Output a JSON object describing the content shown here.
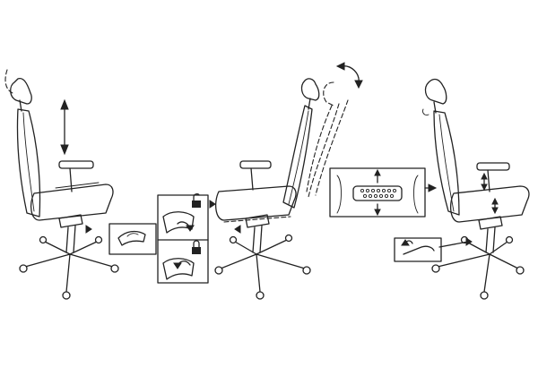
{
  "diagram": {
    "panels": [
      {
        "id": "height-adjust",
        "icon": "vertical-double-arrow-icon"
      },
      {
        "id": "tilt-lock",
        "icons": [
          "unlock-icon",
          "lock-icon"
        ]
      },
      {
        "id": "lumbar-adjust",
        "icon": "vertical-double-arrow-icon"
      },
      {
        "id": "armrest-lever",
        "icon": "lever-icon"
      }
    ],
    "colors": {
      "line": "#222222",
      "background": "#ffffff"
    }
  }
}
